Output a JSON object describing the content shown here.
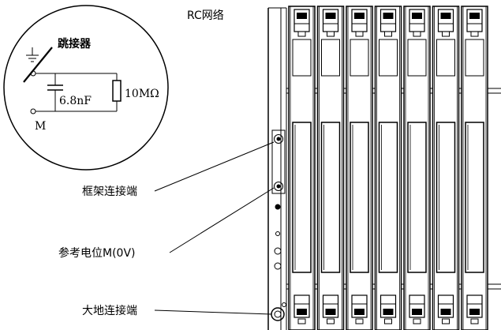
{
  "labels": {
    "rc_network": "RC网络",
    "jumper": "跳接器",
    "capacitor": "6.8nF",
    "resistor": "10MΩ",
    "m_terminal": "M",
    "rack_terminal": "框架连接端",
    "ref_potential": "参考电位M(0V)",
    "earth_terminal": "大地连接端"
  },
  "rack": {
    "module_count": 7
  }
}
